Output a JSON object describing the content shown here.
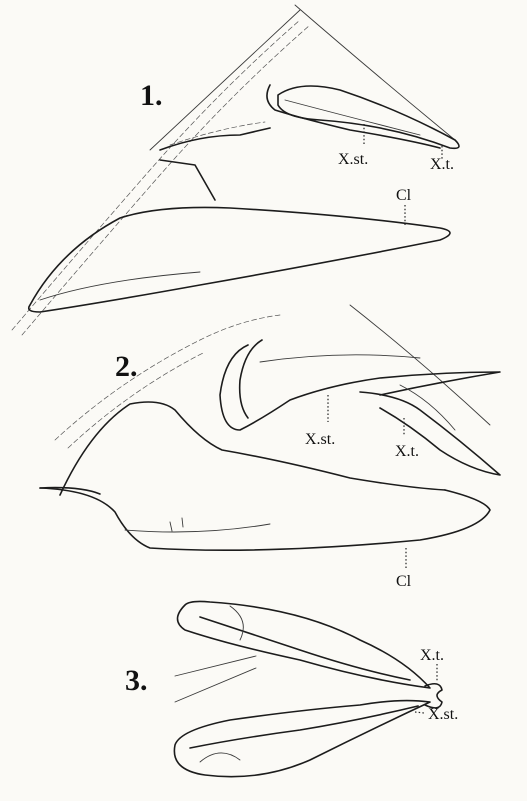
{
  "figures": [
    {
      "number": "1.",
      "labels": {
        "x_st": "X.st.",
        "x_t": "X.t.",
        "cl": "Cl"
      }
    },
    {
      "number": "2.",
      "labels": {
        "x_st": "X.st.",
        "x_t": "X.t.",
        "cl": "Cl"
      }
    },
    {
      "number": "3.",
      "labels": {
        "x_t": "X.t.",
        "x_st": "X.st."
      }
    }
  ]
}
